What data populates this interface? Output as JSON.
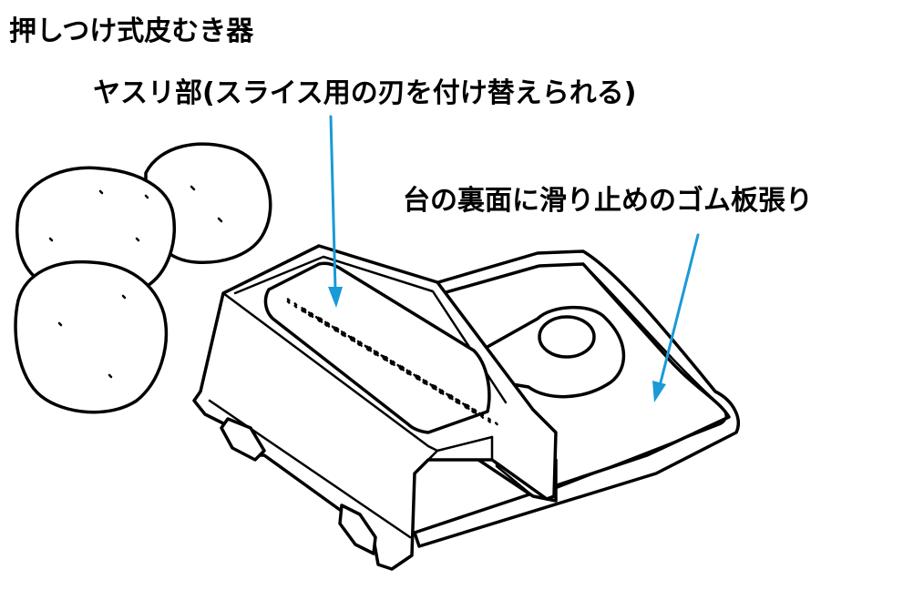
{
  "title": "押しつけ式皮むき器",
  "labels": {
    "file_part": "ヤスリ部(スライス用の刃を付け替えられる)",
    "rubber_base": "台の裏面に滑り止めのゴム板張り"
  },
  "colors": {
    "ink": "#000000",
    "leader": "#1a9ad6",
    "background": "#ffffff"
  }
}
